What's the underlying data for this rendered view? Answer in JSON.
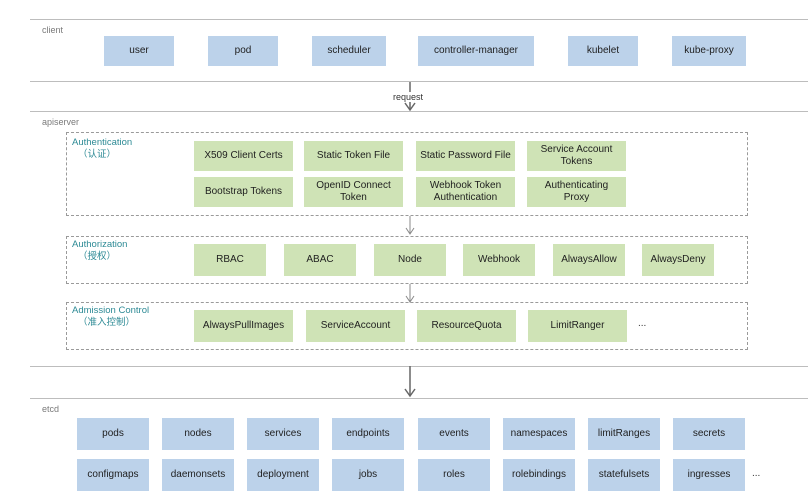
{
  "client": {
    "label": "client",
    "items": [
      "user",
      "pod",
      "scheduler",
      "controller-manager",
      "kubelet",
      "kube-proxy"
    ]
  },
  "request_label": "request",
  "apiserver": {
    "label": "apiserver",
    "authentication": {
      "title": "Authentication",
      "subtitle": "（认证）",
      "row1": [
        "X509 Client Certs",
        "Static Token File",
        "Static Password File",
        "Service Account Tokens"
      ],
      "row2": [
        "Bootstrap Tokens",
        "OpenID Connect Token",
        "Webhook Token Authentication",
        "Authenticating Proxy"
      ]
    },
    "authorization": {
      "title": "Authorization",
      "subtitle": "（授权）",
      "items": [
        "RBAC",
        "ABAC",
        "Node",
        "Webhook",
        "AlwaysAllow",
        "AlwaysDeny"
      ]
    },
    "admission": {
      "title": "Admission Control",
      "subtitle": "（准入控制）",
      "items": [
        "AlwaysPullImages",
        "ServiceAccount",
        "ResourceQuota",
        "LimitRanger"
      ],
      "more": "..."
    }
  },
  "etcd": {
    "label": "etcd",
    "row1": [
      "pods",
      "nodes",
      "services",
      "endpoints",
      "events",
      "namespaces",
      "limitRanges",
      "secrets"
    ],
    "row2": [
      "configmaps",
      "daemonsets",
      "deployment",
      "jobs",
      "roles",
      "rolebindings",
      "statefulsets",
      "ingresses"
    ],
    "more": "..."
  },
  "colors": {
    "client_box": "#bcd2ea",
    "plugin_box": "#cfe3b6",
    "group_title": "#2d8a95"
  }
}
